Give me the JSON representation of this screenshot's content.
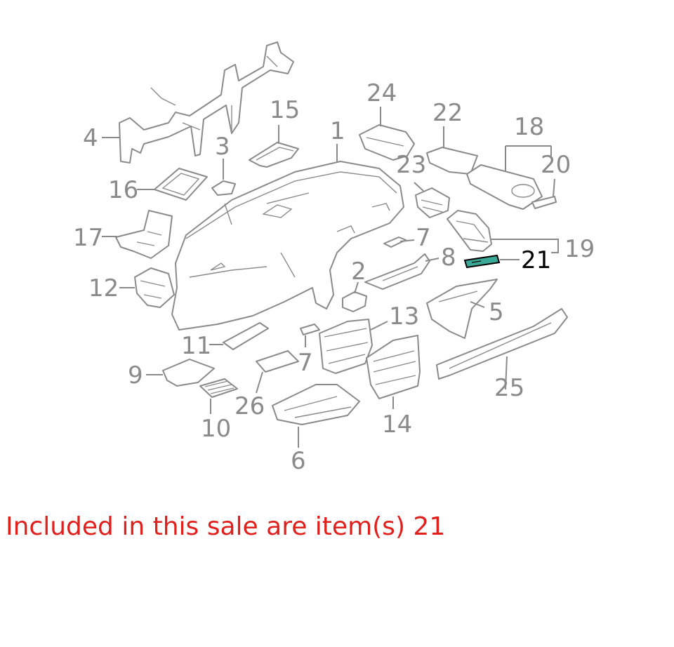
{
  "colors": {
    "line": "#8a8a8a",
    "highlight_fill": "#3aa896",
    "highlight_line": "#000000",
    "caption": "#e0201c"
  },
  "callouts": [
    {
      "id": "1",
      "label": "1",
      "highlighted": false
    },
    {
      "id": "2",
      "label": "2",
      "highlighted": false
    },
    {
      "id": "3",
      "label": "3",
      "highlighted": false
    },
    {
      "id": "4",
      "label": "4",
      "highlighted": false
    },
    {
      "id": "5",
      "label": "5",
      "highlighted": false
    },
    {
      "id": "6",
      "label": "6",
      "highlighted": false
    },
    {
      "id": "7a",
      "label": "7",
      "highlighted": false
    },
    {
      "id": "7b",
      "label": "7",
      "highlighted": false
    },
    {
      "id": "8",
      "label": "8",
      "highlighted": false
    },
    {
      "id": "9",
      "label": "9",
      "highlighted": false
    },
    {
      "id": "10",
      "label": "10",
      "highlighted": false
    },
    {
      "id": "11",
      "label": "11",
      "highlighted": false
    },
    {
      "id": "12",
      "label": "12",
      "highlighted": false
    },
    {
      "id": "13",
      "label": "13",
      "highlighted": false
    },
    {
      "id": "14",
      "label": "14",
      "highlighted": false
    },
    {
      "id": "15",
      "label": "15",
      "highlighted": false
    },
    {
      "id": "16",
      "label": "16",
      "highlighted": false
    },
    {
      "id": "17",
      "label": "17",
      "highlighted": false
    },
    {
      "id": "18",
      "label": "18",
      "highlighted": false
    },
    {
      "id": "19",
      "label": "19",
      "highlighted": false
    },
    {
      "id": "20",
      "label": "20",
      "highlighted": false
    },
    {
      "id": "21",
      "label": "21",
      "highlighted": true
    },
    {
      "id": "22",
      "label": "22",
      "highlighted": false
    },
    {
      "id": "23",
      "label": "23",
      "highlighted": false
    },
    {
      "id": "24",
      "label": "24",
      "highlighted": false
    },
    {
      "id": "25",
      "label": "25",
      "highlighted": false
    },
    {
      "id": "26",
      "label": "26",
      "highlighted": false
    }
  ],
  "caption": {
    "text": "Included in this sale are item(s) 21"
  }
}
